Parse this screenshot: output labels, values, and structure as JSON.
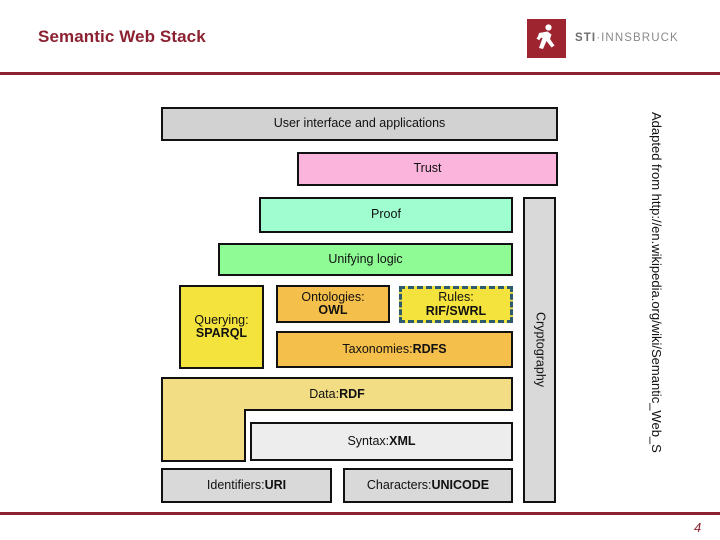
{
  "slide": {
    "title": "Semantic Web Stack",
    "page_number": "4",
    "side_note": "Adapted from http://en.wikipedia.org/wiki/Semantic_Web_S",
    "accent_color": "#8C2231"
  },
  "logo": {
    "brand_bold": "STI",
    "brand_sep": "·",
    "brand_rest": "INNSBRUCK",
    "mark_color": "#9E2430",
    "icon": "running-figure-icon"
  },
  "diagram": {
    "type": "layer-stack",
    "layers": [
      {
        "id": "ui",
        "label": "User interface and applications",
        "color": "#D2D2D2",
        "border": "solid"
      },
      {
        "id": "trust",
        "label": "Trust",
        "color": "#FBB5DC",
        "border": "solid"
      },
      {
        "id": "proof",
        "label": "Proof",
        "color": "#9FFDD0",
        "border": "solid"
      },
      {
        "id": "unifying",
        "label": "Unifying logic",
        "color": "#8EFB94",
        "border": "solid"
      },
      {
        "id": "sparql",
        "label_plain": "Querying:",
        "label_bold": "SPARQL",
        "color": "#F5E33D",
        "border": "solid"
      },
      {
        "id": "owl",
        "label_plain": "Ontologies:",
        "label_bold": "OWL",
        "color": "#F5BF4B",
        "border": "solid"
      },
      {
        "id": "rules",
        "label_plain": "Rules:",
        "label_bold": "RIF/SWRL",
        "color": "#F5E33D",
        "border": "dashed",
        "border_color": "#2E5B6B"
      },
      {
        "id": "rdfs",
        "label_plain": "Taxonomies: ",
        "label_bold": "RDFS",
        "color": "#F5BF4B",
        "border": "solid"
      },
      {
        "id": "rdf",
        "label_plain": "Data: ",
        "label_bold": "RDF",
        "color": "#F2DD84",
        "border": "solid",
        "shape": "L"
      },
      {
        "id": "xml",
        "label_plain": "Syntax: ",
        "label_bold": "XML",
        "color": "#EDEDED",
        "border": "solid"
      },
      {
        "id": "uri",
        "label_plain": "Identifiers: ",
        "label_bold": "URI",
        "color": "#D9D9D9",
        "border": "solid"
      },
      {
        "id": "unicode",
        "label_plain": "Characters: ",
        "label_bold": "UNICODE",
        "color": "#D9D9D9",
        "border": "solid"
      },
      {
        "id": "cryptography",
        "label": "Cryptography",
        "color": "#D9D9D9",
        "border": "solid",
        "orientation": "vertical"
      }
    ]
  }
}
